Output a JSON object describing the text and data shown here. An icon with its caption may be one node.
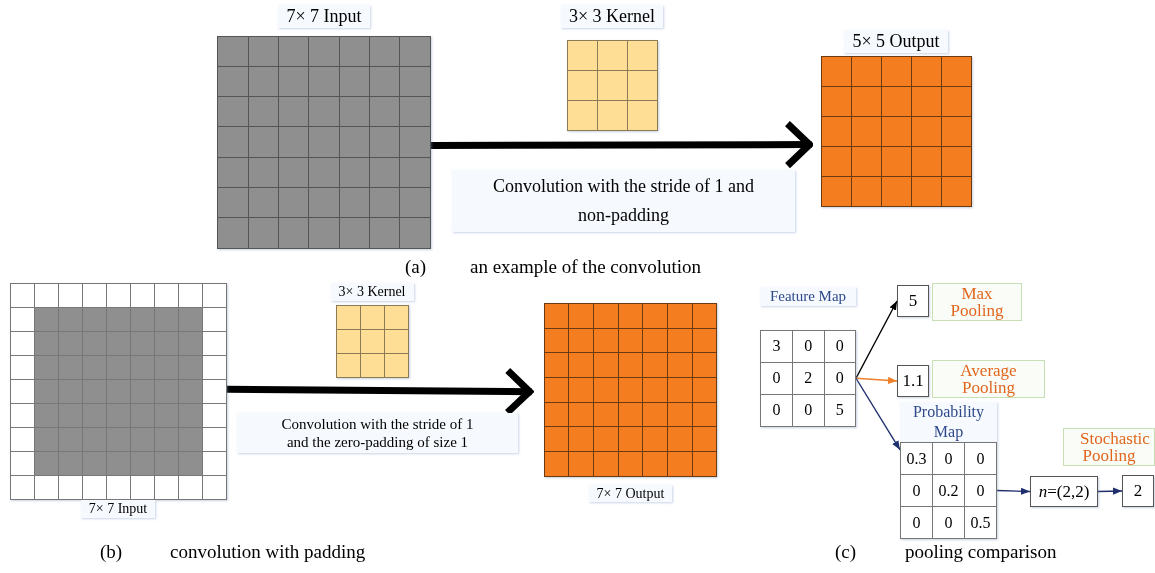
{
  "diagram": {
    "nodes": [
      {
        "text": [
          "7× 7 Input"
        ]
      },
      {
        "text": [
          "3× 3 Kernel"
        ]
      },
      {
        "text": [
          "5× 5 Output"
        ]
      },
      {
        "text": [
          "7× 7 Input"
        ]
      },
      {
        "text": [
          "3× 3 Kernel"
        ]
      },
      {
        "text": [
          "7× 7 Output"
        ]
      },
      {
        "text": [
          "Feature Map",
          "3",
          "0",
          "0",
          "0",
          "2",
          "0",
          "0",
          "0",
          "5"
        ]
      },
      {
        "text": [
          "5"
        ],
        "beside": [
          "Max Pooling"
        ]
      },
      {
        "text": [
          "1.1"
        ]
      },
      {
        "text": [
          "Probability Map",
          "0.3",
          "0",
          "0",
          "0",
          "0.2",
          "0",
          "0",
          "0",
          "0.5"
        ]
      },
      {
        "text": [
          "*n*=(2,2)"
        ]
      },
      {
        "text": [
          "2"
        ],
        "beside": [
          "Stochastic Pooling"
        ]
      }
    ],
    "edges": [
      {
        "from": 0,
        "to": 2,
        "arrow": "to",
        "style": "thick",
        "label": "Convolution with the stride of 1 and non-padding"
      },
      {
        "from": 3,
        "to": 5,
        "arrow": "to",
        "style": "thick",
        "label": "Convolution with the stride of 1 and the zero-padding of size 1"
      },
      {
        "from": 6,
        "to": 7,
        "arrow": "to"
      },
      {
        "from": 6,
        "to": 8,
        "arrow": "to",
        "color": "#f07f2a"
      },
      {
        "from": 6,
        "to": 9,
        "arrow": "to",
        "color": "#1f2f6e"
      },
      {
        "from": 9,
        "to": 10,
        "arrow": "to",
        "color": "#1f2f6e"
      },
      {
        "from": 10,
        "to": 11,
        "arrow": "to",
        "color": "#1f2f6e"
      }
    ],
    "labels": [
      "(a)",
      "an example of the convolution",
      "Average Pooling",
      "(b)",
      "convolution with padding",
      "(c)",
      "pooling comparison"
    ]
  }
}
